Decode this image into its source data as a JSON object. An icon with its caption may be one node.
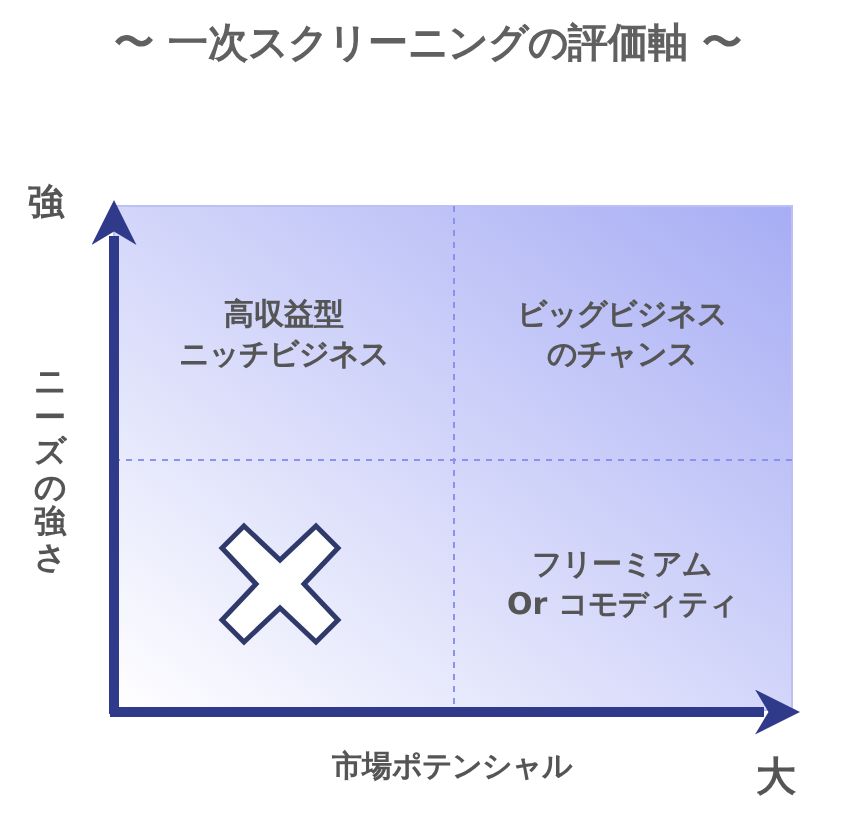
{
  "diagram": {
    "title": "〜 一次スクリーニングの評価軸 〜",
    "labels": [
      "強",
      "高収益型ニッチビジネス",
      "ビッグビジネスのチャンス",
      "ニーズの強さ",
      "フリーミアムOr コモディティ",
      "市場ポテンシャル",
      "大"
    ]
  }
}
